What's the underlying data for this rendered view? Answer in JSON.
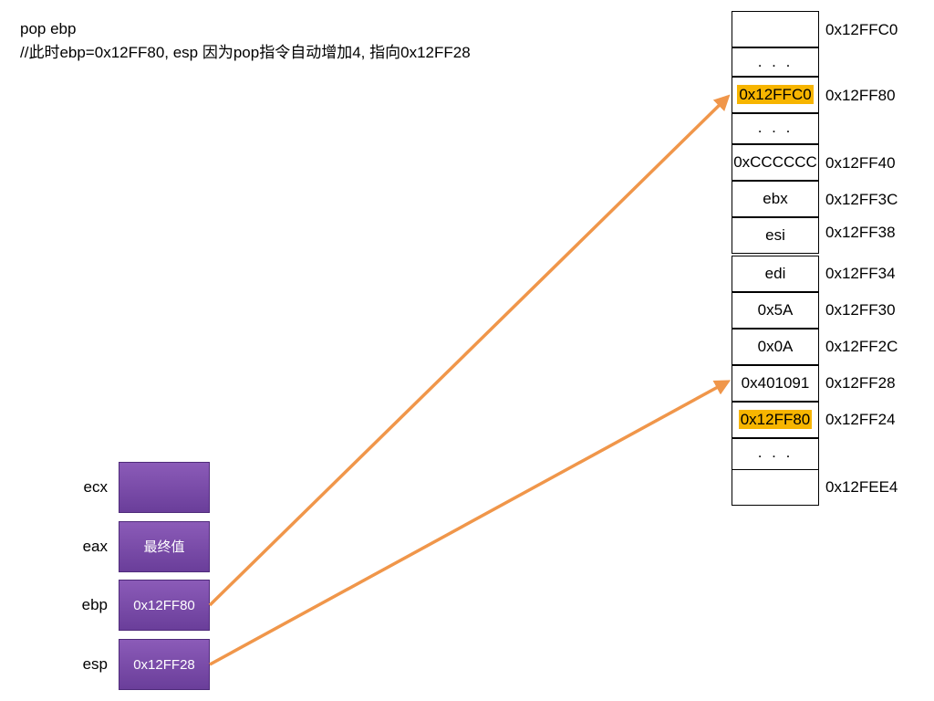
{
  "code": {
    "line1": "pop  ebp",
    "line2": "//此时ebp=0x12FF80, esp 因为pop指令自动增加4, 指向0x12FF28"
  },
  "stack": [
    {
      "value": "",
      "address": "0x12FFC0"
    },
    {
      "value": ". . .",
      "address": ""
    },
    {
      "value": "0x12FFC0",
      "address": "0x12FF80",
      "highlight": true
    },
    {
      "value": ". . .",
      "address": ""
    },
    {
      "value": "0xCCCCCC",
      "address": "0x12FF40"
    },
    {
      "value": "ebx",
      "address": "0x12FF3C"
    },
    {
      "value": "esi",
      "address": "0x12FF38"
    },
    {
      "value": "edi",
      "address": "0x12FF34"
    },
    {
      "value": "0x5A",
      "address": "0x12FF30"
    },
    {
      "value": "0x0A",
      "address": "0x12FF2C"
    },
    {
      "value": "0x401091",
      "address": "0x12FF28"
    },
    {
      "value": "0x12FF80",
      "address": "0x12FF24",
      "highlight": true
    },
    {
      "value": ". . .",
      "address": ""
    },
    {
      "value": "",
      "address": "0x12FEE4"
    }
  ],
  "registers": [
    {
      "name": "ecx",
      "value": ""
    },
    {
      "name": "eax",
      "value": "最终值"
    },
    {
      "name": "ebp",
      "value": "0x12FF80"
    },
    {
      "name": "esp",
      "value": "0x12FF28"
    }
  ],
  "colors": {
    "highlight": "#f7b500",
    "arrow": "#f0964a",
    "register_fill": "#7a4aab"
  }
}
